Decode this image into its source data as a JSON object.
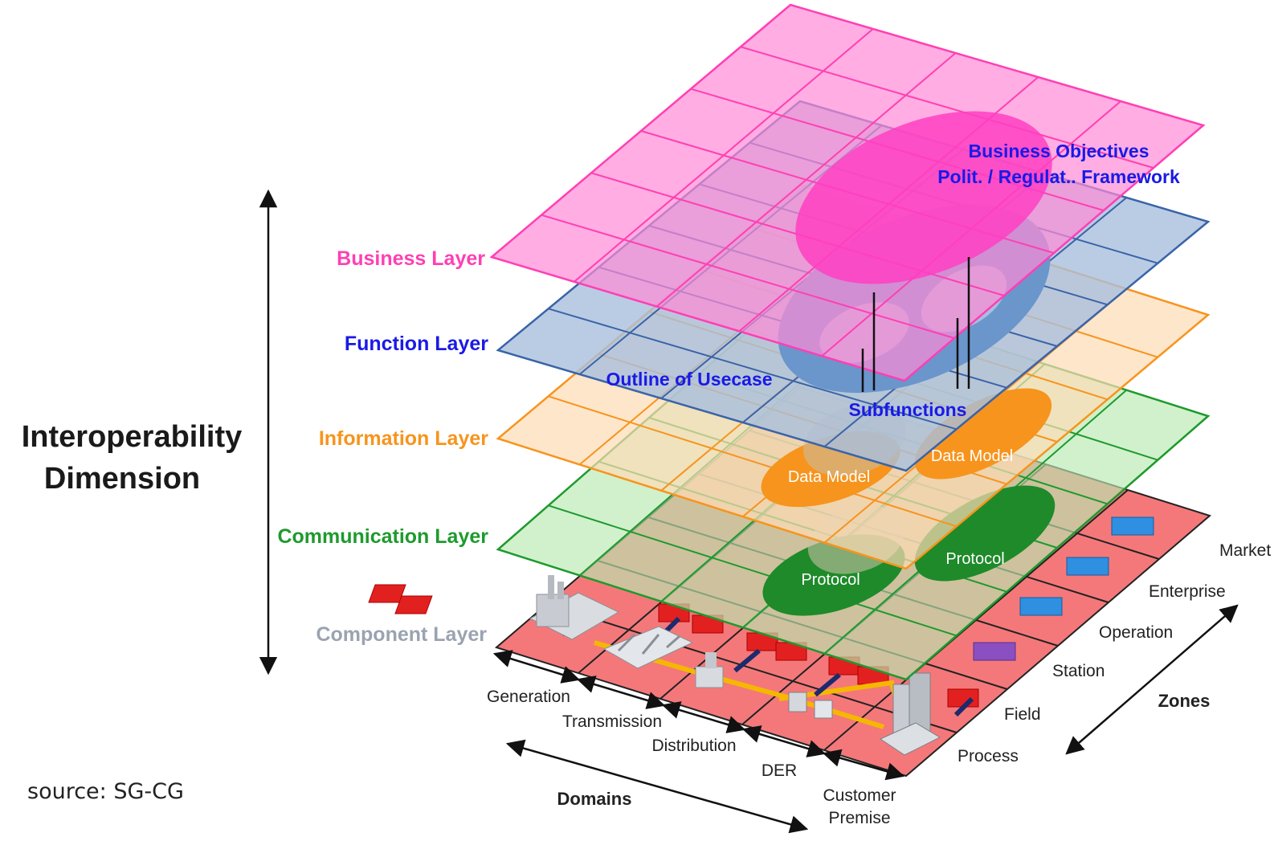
{
  "dimension": {
    "line1": "Interoperability",
    "line2": "Dimension"
  },
  "layers": {
    "business": {
      "label": "Business Layer",
      "color": "#ff3fb4"
    },
    "function": {
      "label": "Function Layer",
      "color": "#1a1ae6"
    },
    "information": {
      "label": "Information Layer",
      "color": "#f7941d"
    },
    "communication": {
      "label": "Communication Layer",
      "color": "#1e9a2e"
    },
    "component": {
      "label": "Component Layer",
      "color": "#9aa3b0"
    }
  },
  "annotations": {
    "business_objectives_1": "Business Objectives",
    "business_objectives_2": "Polit. / Regulat.. Framework",
    "outline_usecase": "Outline of Usecase",
    "subfunctions": "Subfunctions",
    "data_model_left": "Data Model",
    "data_model_right": "Data Model",
    "protocol_left": "Protocol",
    "protocol_right": "Protocol"
  },
  "domains": {
    "title": "Domains",
    "items": [
      "Generation",
      "Transmission",
      "Distribution",
      "DER",
      "Customer",
      "Premise"
    ]
  },
  "zones": {
    "title": "Zones",
    "items": [
      "Market",
      "Enterprise",
      "Operation",
      "Station",
      "Field",
      "Process"
    ]
  },
  "source": "source: SG-CG"
}
